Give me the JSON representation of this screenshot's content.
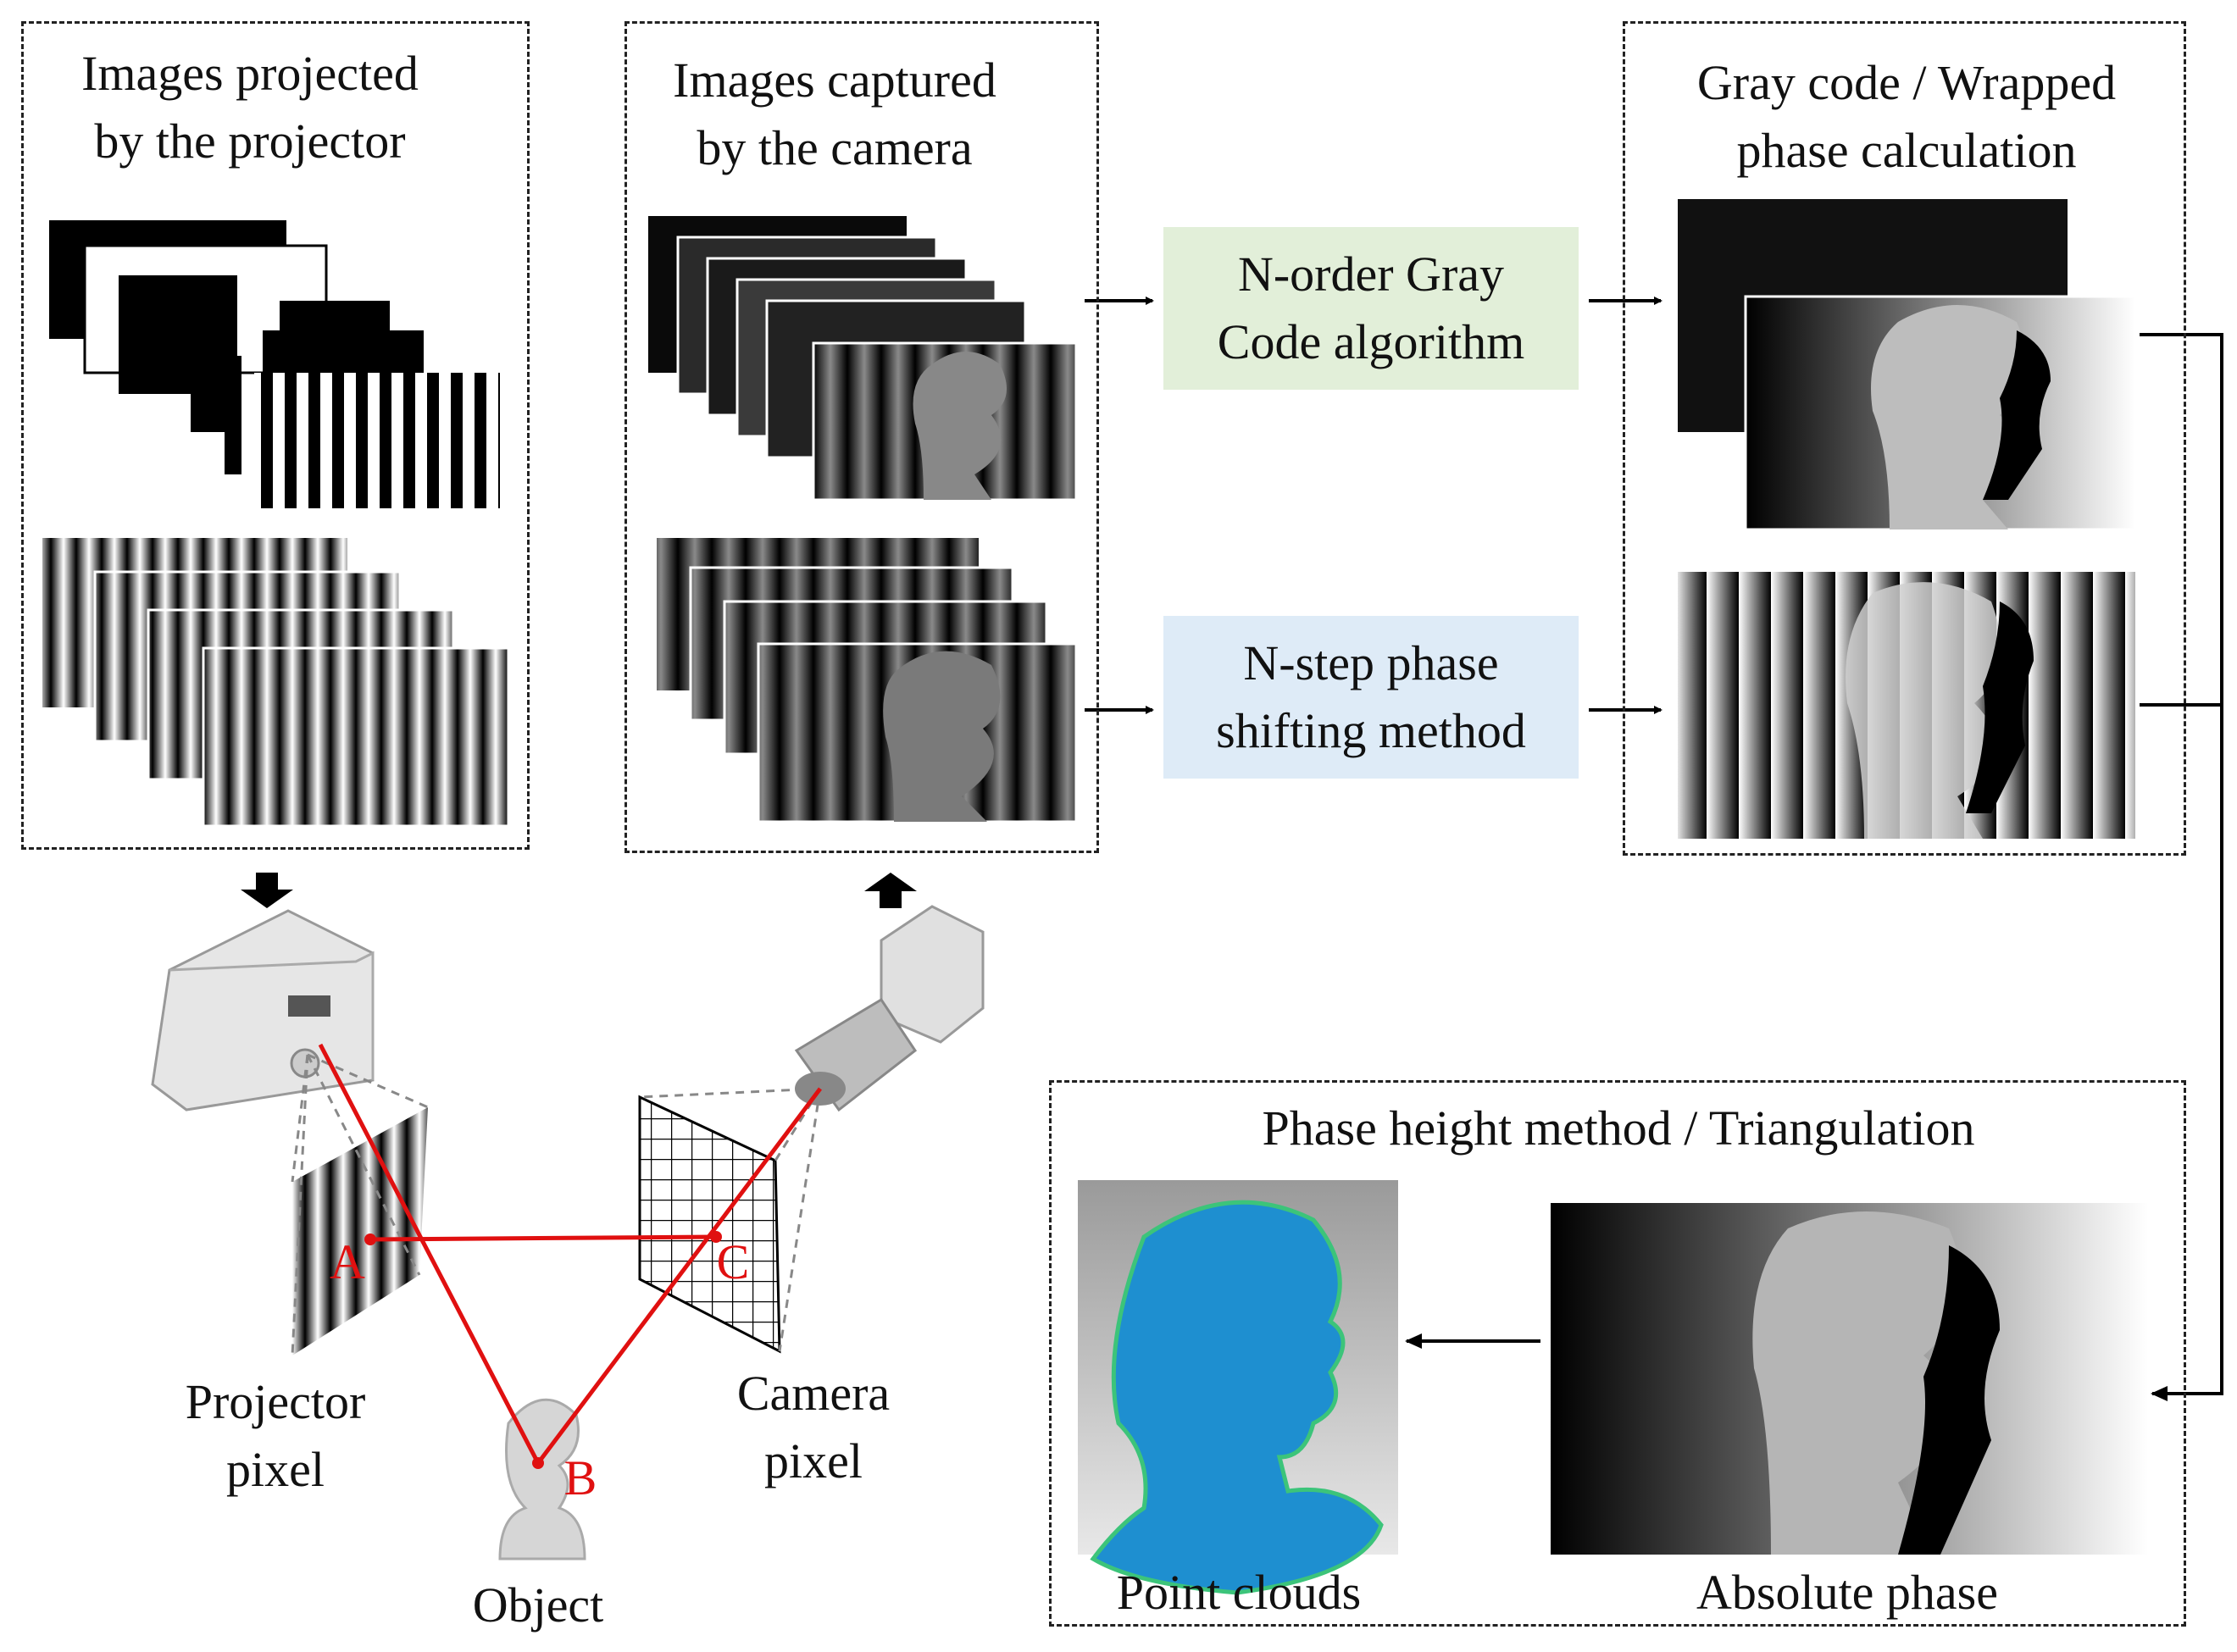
{
  "panels": {
    "projected": {
      "title_line1": "Images projected",
      "title_line2": "by the projector"
    },
    "captured": {
      "title_line1": "Images captured",
      "title_line2": "by the camera"
    },
    "phase_calc": {
      "title_line1": "Gray code / Wrapped",
      "title_line2": "phase calculation"
    },
    "triangulation": {
      "title": "Phase height method / Triangulation"
    }
  },
  "methods": {
    "gray_code": {
      "line1": "N-order Gray",
      "line2": "Code algorithm",
      "color": "#e2efd9"
    },
    "phase_shift": {
      "line1": "N-step phase",
      "line2": "shifting method",
      "color": "#deebf7"
    }
  },
  "system": {
    "point_a": "A",
    "point_b": "B",
    "point_c": "C",
    "projector_label_line1": "Projector",
    "projector_label_line2": "pixel",
    "camera_label_line1": "Camera",
    "camera_label_line2": "pixel",
    "object_label": "Object"
  },
  "outputs": {
    "point_clouds": "Point clouds",
    "absolute_phase": "Absolute phase"
  },
  "colors": {
    "ray": "#e01010",
    "point_cloud": "#1e8fd0",
    "dashed_border": "#222222"
  }
}
